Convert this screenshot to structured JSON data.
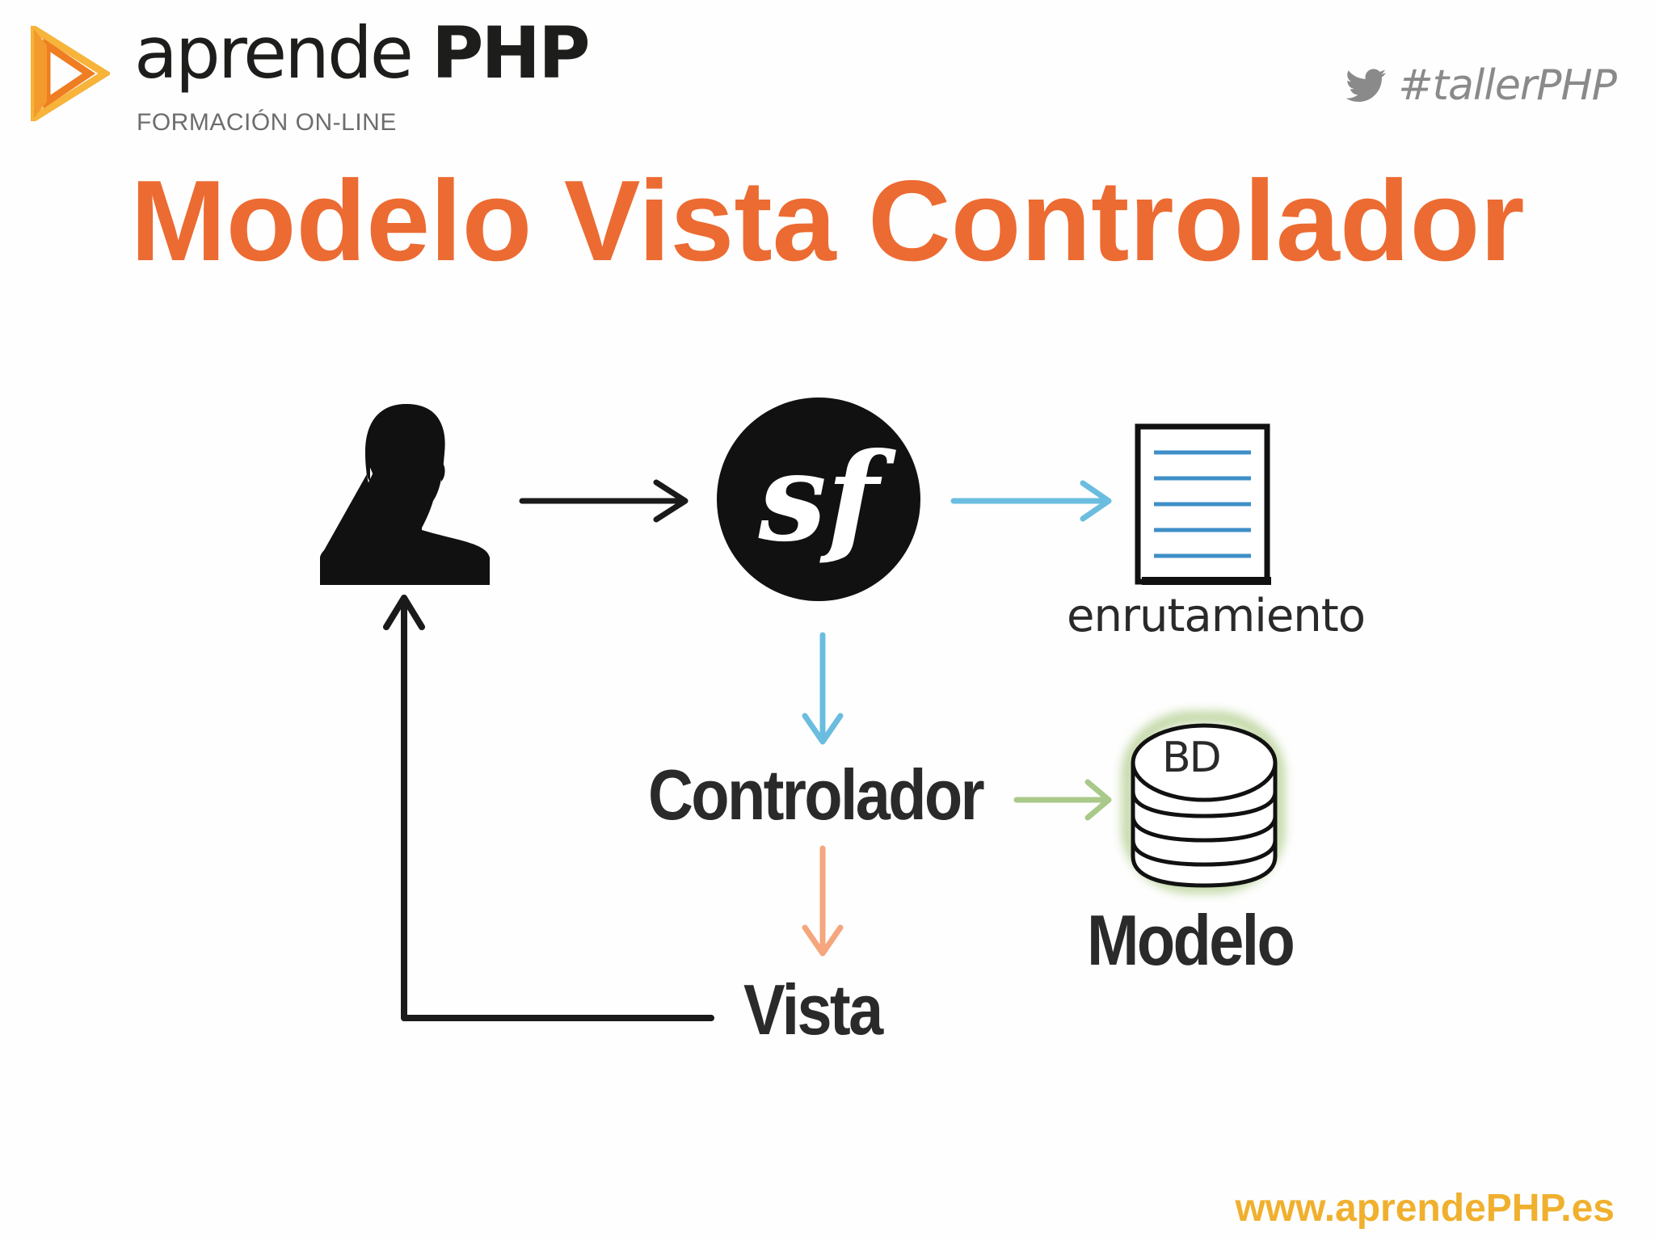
{
  "header": {
    "brand_light": "aprende",
    "brand_bold": "PHP",
    "tagline": "FORMACIÓN ON-LINE",
    "hashtag": "#tallerPHP",
    "logo_icon": "play-triangle-logo",
    "social_icon": "twitter-bird-icon"
  },
  "title": "Modelo Vista Controlador",
  "diagram": {
    "nodes": {
      "user": "user-silhouette-icon",
      "framework": "symfony-logo-icon",
      "framework_logo_text": "sf",
      "routing_icon": "document-lines-icon",
      "routing_label": "enrutamiento",
      "controller_label": "Controlador",
      "db_label": "BD",
      "model_label": "Modelo",
      "view_label": "Vista"
    },
    "colors": {
      "black_arrow": "#1a1a1a",
      "blue_arrow": "#6bbde0",
      "green_arrow": "#a9c98a",
      "orange_arrow": "#f5a67d",
      "db_glow": "#c2d8a6"
    }
  },
  "footer": {
    "url": "www.aprendePHP.es"
  },
  "colors": {
    "title": "#ec6b32",
    "url": "#f0b02e",
    "logo_orange": "#ef7d22",
    "logo_yellow": "#f6b73c"
  }
}
